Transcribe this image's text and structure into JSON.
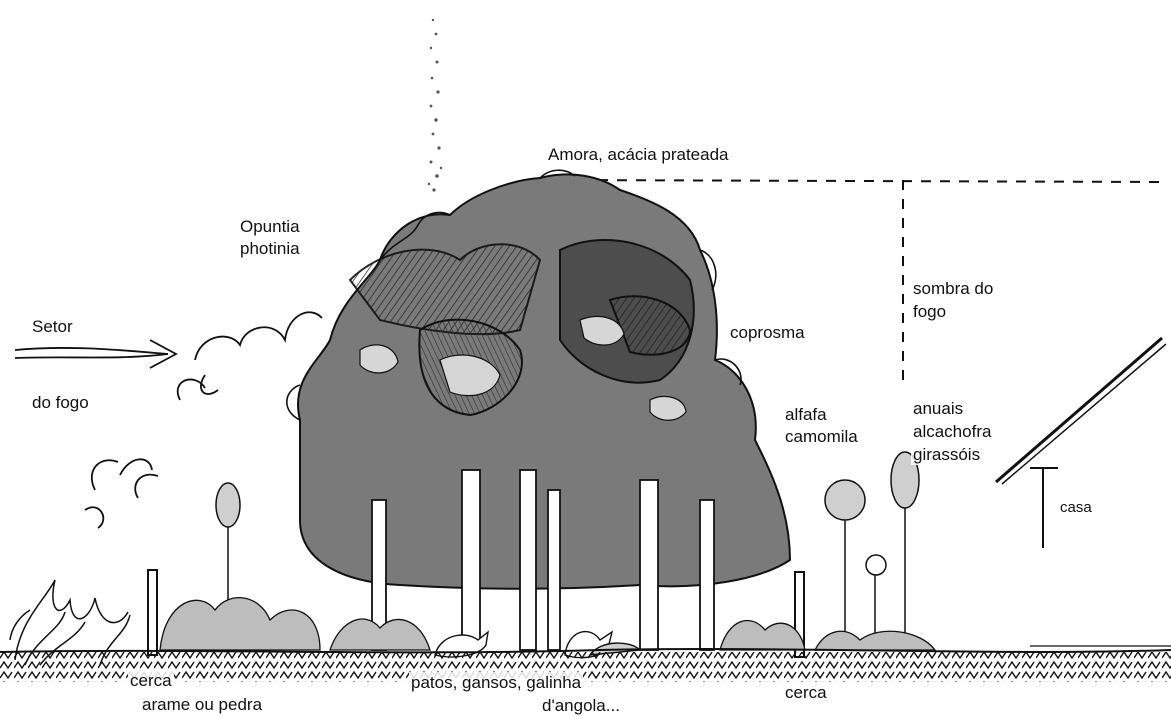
{
  "diagram": {
    "labels": {
      "top_species": "Amora, acácia prateada",
      "opuntia_1": "Opuntia",
      "opuntia_2": "photinia",
      "setor": "Setor",
      "do_fogo": "do fogo",
      "sombra_1": "sombra do",
      "sombra_2": "fogo",
      "coprosma": "coprosma",
      "alfafa_1": "alfafa",
      "alfafa_2": "camomila",
      "anuais_1": "anuais",
      "anuais_2": "alcachofra",
      "anuais_3": "girassóis",
      "casa": "casa",
      "cerca_left": "cerca",
      "arame": "arame ou pedra",
      "patos_1": "patos, gansos, galinha",
      "patos_2": "d'angola...",
      "cerca_right": "cerca"
    },
    "colors": {
      "ink": "#111111",
      "canopy_fill": "#6f6f6f",
      "shade_fill": "#bdbdbd",
      "paper": "#ffffff"
    }
  }
}
